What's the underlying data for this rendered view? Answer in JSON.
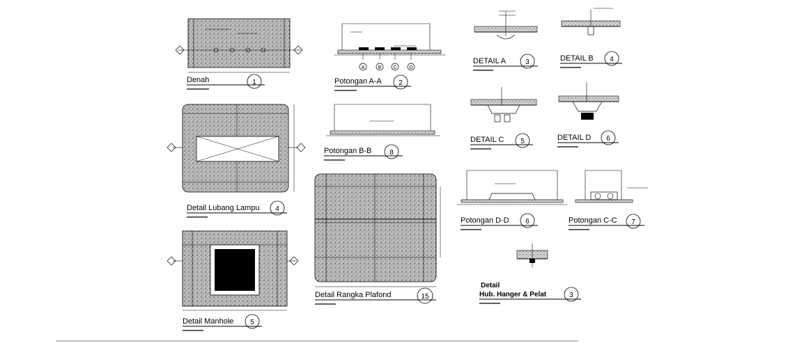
{
  "details": [
    {
      "title": "Denah",
      "number": "1"
    },
    {
      "title": "Potongan A-A",
      "number": "2"
    },
    {
      "title": "DETAIL A",
      "number": "3"
    },
    {
      "title": "DETAIL B",
      "number": "4"
    },
    {
      "title": "Potongan B-B",
      "number": "8"
    },
    {
      "title": "DETAIL C",
      "number": "5"
    },
    {
      "title": "DETAIL D",
      "number": "6"
    },
    {
      "title": "Detail Lubang Lampu",
      "number": "4"
    },
    {
      "title": "Detail Rangka Plafond",
      "number": "15"
    },
    {
      "title": "Potongan D-D",
      "number": "6"
    },
    {
      "title": "Potongan C-C",
      "number": "7"
    },
    {
      "title": "Detail Manhole",
      "number": "5"
    }
  ],
  "hanger_detail": {
    "line1": "Detail",
    "line2": "Hub. Hanger & Pelat",
    "number": "3"
  },
  "section_markers": [
    "A",
    "B",
    "C",
    "D"
  ],
  "colors": {
    "ink": "#000000",
    "hatch": "#9a9a9a",
    "paper": "#ffffff"
  }
}
